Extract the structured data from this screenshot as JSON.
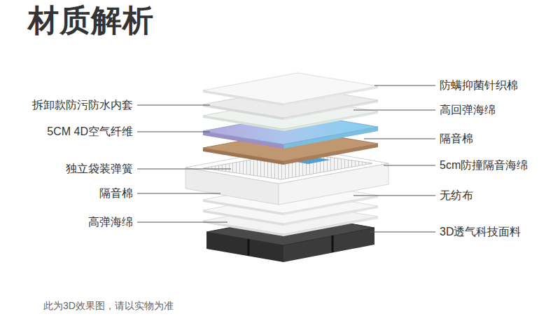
{
  "diagram": {
    "title": "材质解析",
    "caption": "此为3D效果图，请以实物为准",
    "labels": [
      "拆卸款防污防水内套",
      "5CM 4D空气纤维",
      "独立袋装弹簧",
      "隔音棉",
      "高弹海绵",
      "防螨抑菌针织棉",
      "高回弹海绵",
      "隔音棉",
      "5cm防撞隔音海绵",
      "无纺布",
      "3D透气科技面料"
    ]
  }
}
